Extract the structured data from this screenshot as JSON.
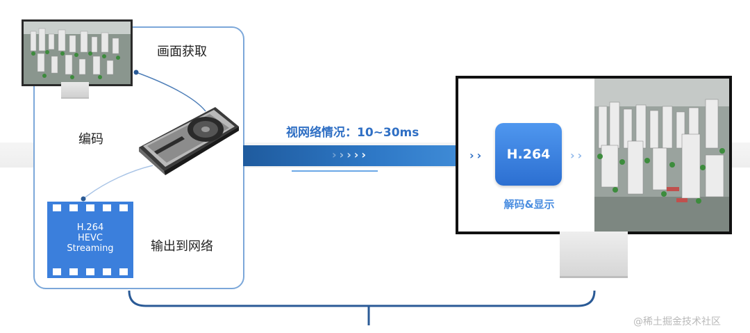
{
  "capture": {
    "label": "画面获取"
  },
  "encode": {
    "label": "编码"
  },
  "output": {
    "label": "输出到网络"
  },
  "stream_card": {
    "line1": "H.264",
    "line2": "HEVC",
    "line3": "Streaming"
  },
  "network": {
    "latency_label": "视网络情况：10~30ms"
  },
  "decoder": {
    "codec": "H.264",
    "caption": "解码&显示"
  },
  "watermark": {
    "text": "@稀土掘金技术社区"
  },
  "colors": {
    "accent_blue": "#2f6fc4",
    "panel_border": "#7ba7d9",
    "codec_box": "#3d86e6",
    "film_blue": "#3b7fdc"
  },
  "icons": {
    "gpu": "graphics-card-icon",
    "small_monitor": "small-monitor-icon",
    "big_monitor": "large-monitor-icon",
    "film": "film-strip-icon"
  }
}
